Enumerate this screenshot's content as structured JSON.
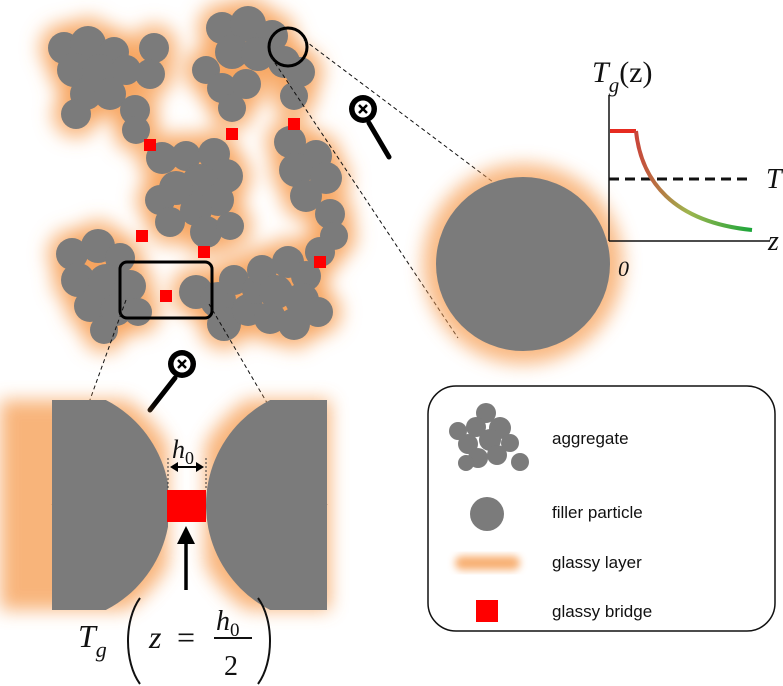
{
  "colors": {
    "particle": "#7b7b7b",
    "glow": "#f7a25a",
    "bridge": "#ff0000",
    "curve_start": "#e8382e",
    "curve_mid": "#8db84a",
    "curve_end": "#1fae3a",
    "ink": "#111111"
  },
  "icons": {
    "magnifier_top": "zoom-in-icon",
    "magnifier_bottom": "zoom-in-icon"
  },
  "plot": {
    "ylabel_main": "T",
    "ylabel_sub": "g",
    "ylabel_arg": "(z)",
    "xlabel": "z",
    "origin": "0",
    "threshold": "T"
  },
  "bridge_zoom": {
    "gap_label": "h",
    "gap_sub": "0",
    "formula": {
      "lhs": "T",
      "lhs_sub": "g",
      "var": "z",
      "equals": "=",
      "num": "h",
      "num_sub": "0",
      "den": "2"
    }
  },
  "legend": {
    "items": [
      {
        "key": "aggregate",
        "label": "aggregate"
      },
      {
        "key": "filler",
        "label": "filler particle"
      },
      {
        "key": "glassy-layer",
        "label": "glassy layer"
      },
      {
        "key": "glassy-bridge",
        "label": "glassy bridge"
      }
    ]
  }
}
